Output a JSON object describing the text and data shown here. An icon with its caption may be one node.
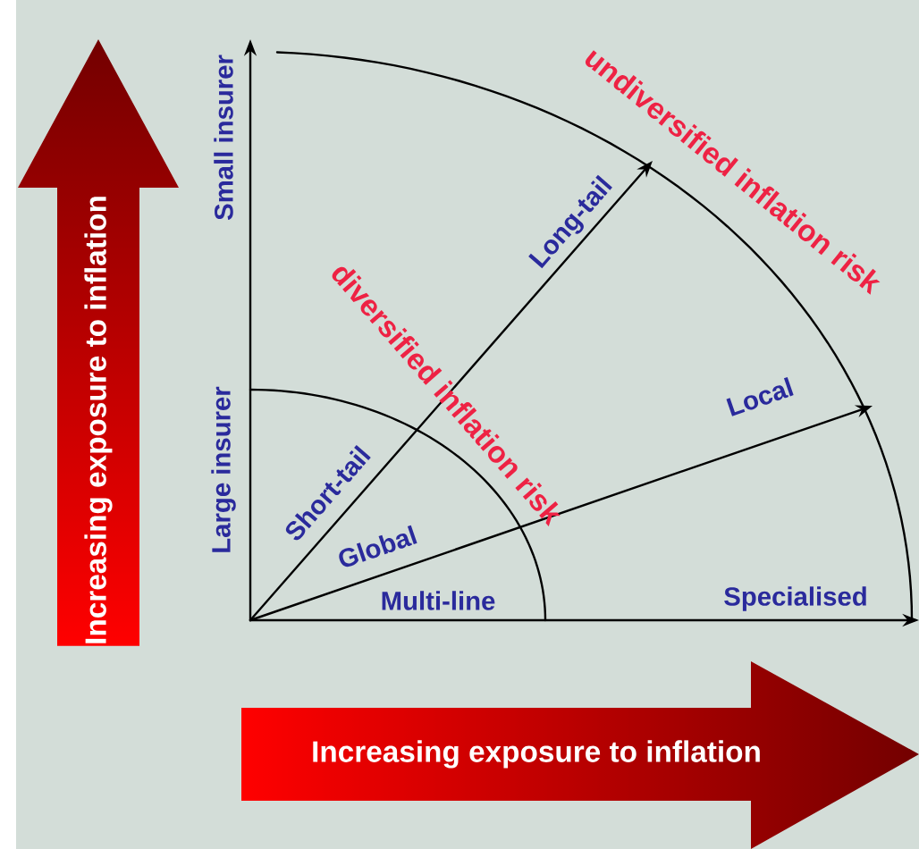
{
  "diagram": {
    "nodes": [
      {
        "text": [
          "Increasing exposure to inflation"
        ]
      },
      {
        "text": [
          "Increasing exposure to inflation"
        ]
      }
    ],
    "labels": [
      "undiversified inflation risk",
      "Small insurer",
      "diversified inflation risk",
      "Long-tail",
      "Local",
      "Large insurer",
      "Short-tail",
      "Global",
      "Multi-line",
      "Specialised"
    ]
  }
}
